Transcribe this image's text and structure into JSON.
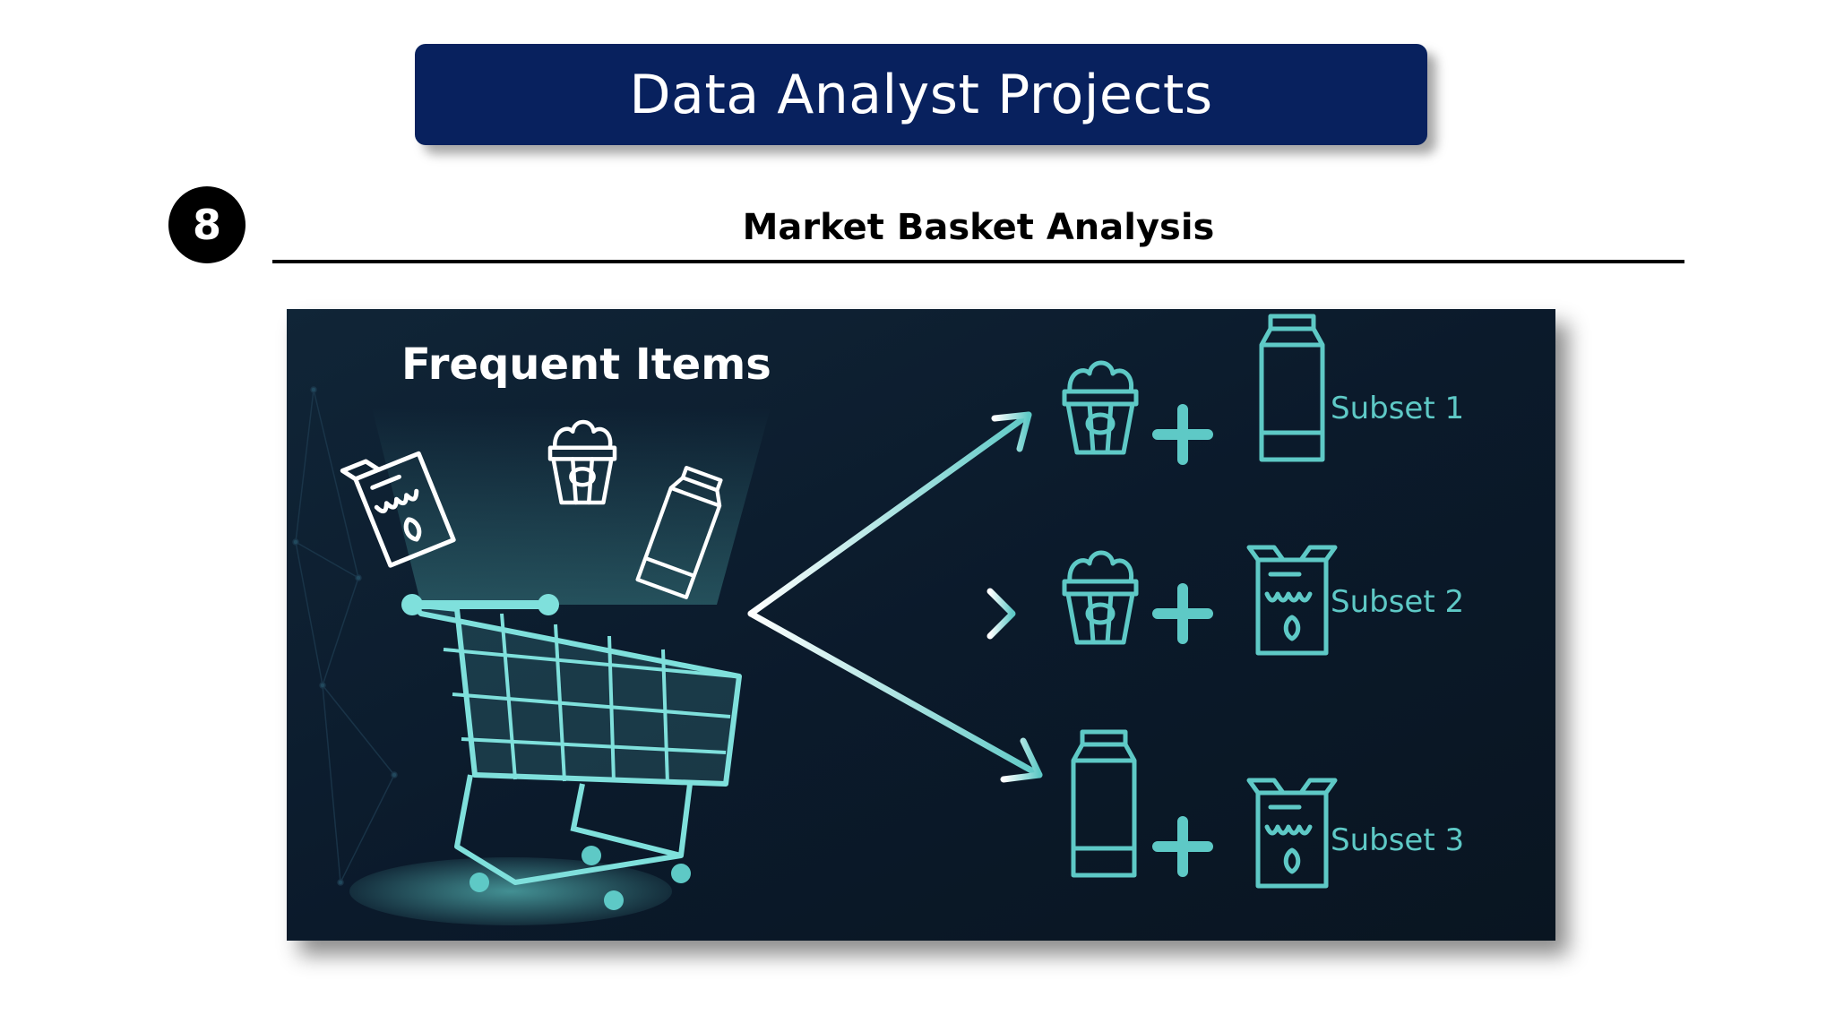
{
  "header": {
    "title": "Data Analyst Projects"
  },
  "section": {
    "number": "8",
    "title": "Market Basket Analysis"
  },
  "illustration": {
    "heading": "Frequent Items",
    "subsets": [
      {
        "label": "Subset 1",
        "items": [
          "popcorn-icon",
          "milk-carton-icon"
        ]
      },
      {
        "label": "Subset 2",
        "items": [
          "popcorn-icon",
          "cereal-box-icon"
        ]
      },
      {
        "label": "Subset 3",
        "items": [
          "milk-carton-icon",
          "cereal-box-icon"
        ]
      }
    ],
    "colors": {
      "background": "#0b1a2b",
      "accent": "#5ec9c6",
      "header_bar": "#08215e"
    }
  }
}
